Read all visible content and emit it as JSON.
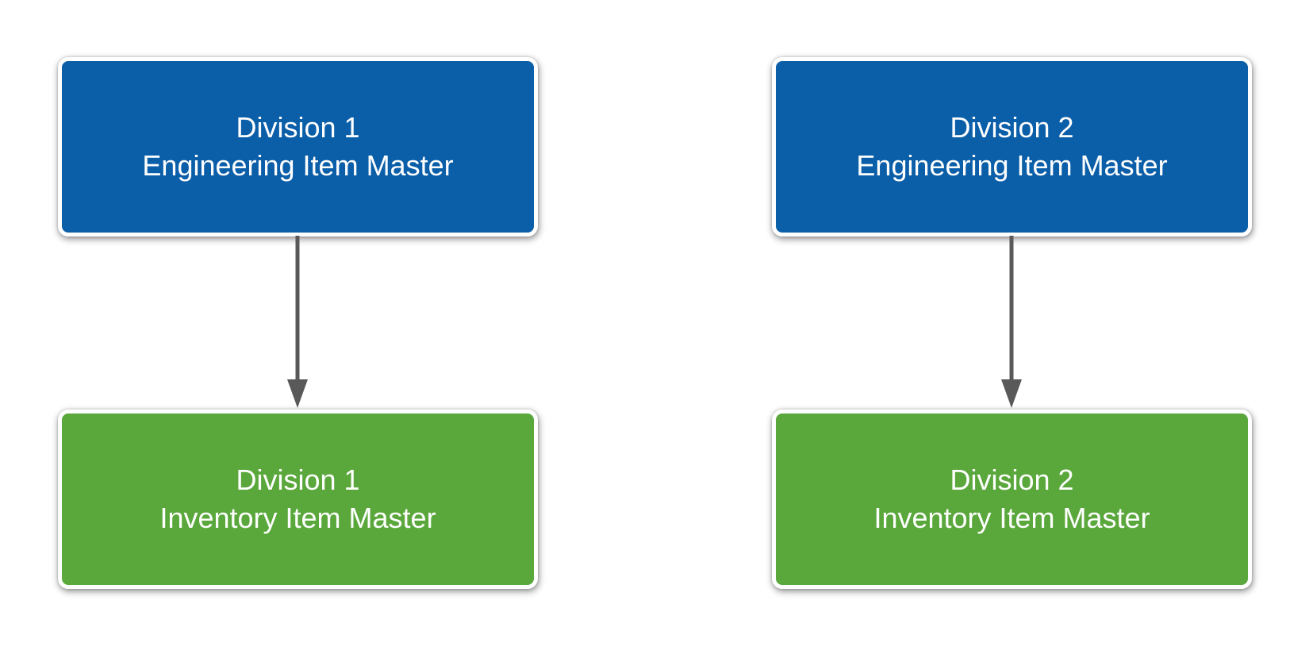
{
  "diagram": {
    "background": "#ffffff",
    "colors": {
      "engineering_box": "#0b5ea8",
      "inventory_box": "#5aa83c",
      "box_border": "#ffffff",
      "box_text": "#ffffff",
      "arrow": "#595959"
    },
    "columns": [
      {
        "engineering": {
          "line1": "Division 1",
          "line2": "Engineering Item Master"
        },
        "inventory": {
          "line1": "Division 1",
          "line2": "Inventory Item Master"
        }
      },
      {
        "engineering": {
          "line1": "Division 2",
          "line2": "Engineering Item Master"
        },
        "inventory": {
          "line1": "Division 2",
          "line2": "Inventory Item Master"
        }
      }
    ]
  }
}
